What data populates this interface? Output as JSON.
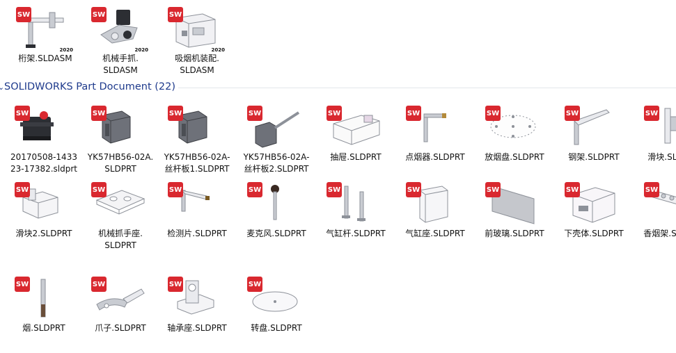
{
  "colors": {
    "group_header": "#1e3a8c",
    "badge_red": "#d9282f"
  },
  "assemblies": [
    {
      "name": "桁架.SLDASM",
      "icon": "truss-assembly-icon",
      "badge": "2020"
    },
    {
      "name": "机械手抓.\nSLDASM",
      "icon": "gripper-assembly-icon",
      "badge": "2020"
    },
    {
      "name": "吸烟机装配.\nSLDASM",
      "icon": "machine-assembly-icon",
      "badge": "2020"
    }
  ],
  "group": {
    "label": "SOLIDWORKS Part Document (22)"
  },
  "parts": [
    {
      "name": "20170508-1433\n23-17382.sldprt",
      "icon": "servo-icon"
    },
    {
      "name": "YK57HB56-02A.\nSLDPRT",
      "icon": "stepper-motor-icon"
    },
    {
      "name": "YK57HB56-02A-\n丝杆板1.SLDPRT",
      "icon": "stepper-motor-icon"
    },
    {
      "name": "YK57HB56-02A-\n丝杆板2.SLDPRT",
      "icon": "stepper-shaft-icon"
    },
    {
      "name": "抽屉.SLDPRT",
      "icon": "drawer-icon"
    },
    {
      "name": "点烟器.SLDPRT",
      "icon": "lighter-icon"
    },
    {
      "name": "放烟盘.SLDPRT",
      "icon": "tray-icon"
    },
    {
      "name": "钢架.SLDPRT",
      "icon": "steel-frame-icon"
    },
    {
      "name": "滑块.SLDPRT",
      "icon": "slider-icon"
    },
    {
      "name": "滑块2.SLDPRT",
      "icon": "slider-block-icon"
    },
    {
      "name": "机械抓手座.\nSLDPRT",
      "icon": "plate-icon"
    },
    {
      "name": "检测片.SLDPRT",
      "icon": "sensor-plate-icon"
    },
    {
      "name": "麦克风.SLDPRT",
      "icon": "microphone-icon"
    },
    {
      "name": "气缸杆.SLDPRT",
      "icon": "cylinder-rod-icon"
    },
    {
      "name": "气缸座.SLDPRT",
      "icon": "cylinder-base-icon"
    },
    {
      "name": "前玻璃.SLDPRT",
      "icon": "glass-panel-icon"
    },
    {
      "name": "下壳体.SLDPRT",
      "icon": "lower-shell-icon"
    },
    {
      "name": "香烟架.SLDPRT",
      "icon": "cigarette-rack-icon"
    },
    {
      "name": "烟.SLDPRT",
      "icon": "cigarette-icon"
    },
    {
      "name": "爪子.SLDPRT",
      "icon": "claw-gear-icon"
    },
    {
      "name": "轴承座.SLDPRT",
      "icon": "bearing-seat-icon"
    },
    {
      "name": "转盘.SLDPRT",
      "icon": "turntable-icon"
    }
  ]
}
